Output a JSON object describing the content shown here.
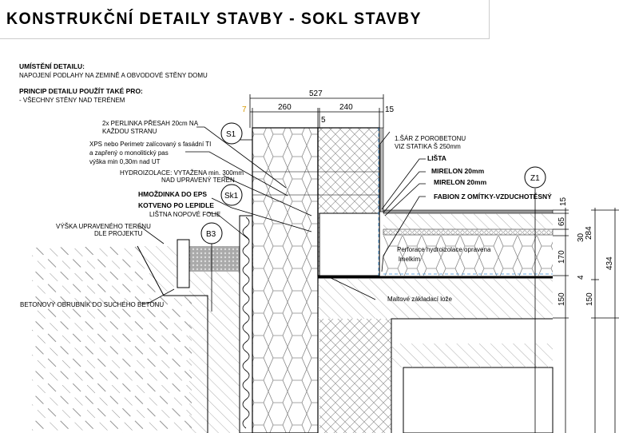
{
  "title": "KONSTRUKČNÍ DETAILY STAVBY - SOKL STAVBY",
  "info": {
    "placement_heading": "UMÍSTĚNÍ DETAILU:",
    "placement_text": "NAPOJENÍ PODLAHY NA ZEMINĚ A OBVODOVÉ STĚNY DOMU",
    "principle_heading": "PRINCIP DETAILU POUŽÍT TAKÉ PRO:",
    "principle_text": "- VŠECHNY STĚNY NAD TERÉNEM"
  },
  "labels": {
    "perlinka_1": "2x PERLINKA PŘESAH 20cm NA",
    "perlinka_2": "KAŽDOU STRANU",
    "xps_1": "XPS nebo Perimetr zalícovaný s fasádní TI",
    "xps_2": "a zapřený o monolitický pas",
    "xps_3": "výška min 0,30m nad UT",
    "hydro_1": "HYDROIZOLACE: VYTAŽENA min. 300mm",
    "hydro_2": "NAD UPRAVENÝ TERÉN",
    "hmozdinka_1": "HMOŽDINKA DO EPS",
    "hmozdinka_2": "KOTVENO PO LEPIDLE",
    "listna": "LIŠTNA NOPOVÉ FOLIE",
    "teren_1": "VÝŠKA UPRAVENÉHO TERÉNU",
    "teren_2": "DLE PROJEKTU",
    "obrubnik": "BETONOVÝ OBRUBNÍK DO SUCHÉHO BETONU",
    "sar_1": "1.ŠÁR Z POROBETONU",
    "sar_2": "VIZ STATIKA Š 250mm",
    "lista": "LIŠTA",
    "mirelon_1": "MIRELON 20mm",
    "mirelon_2": "MIRELON 20mm",
    "fabion": "FABION Z OMÍTKY-VZDUCHOTĚSNÝ",
    "perforace_1": "Perforace hydroizolace opravena",
    "perforace_2": "lmelkim",
    "maltove": "Maltové základací lože"
  },
  "markers": {
    "s1": "S1",
    "sk1": "Sk1",
    "b3": "B3",
    "z1": "Z1"
  },
  "dimensions": {
    "top_total": "527",
    "d7": "7",
    "d260": "260",
    "d5": "5",
    "d240": "240",
    "d15": "15",
    "r15": "15",
    "r65": "65",
    "r30": "30",
    "r170": "170",
    "r4": "4",
    "r150a": "150",
    "r284": "284",
    "r434": "434",
    "r150b": "150"
  }
}
